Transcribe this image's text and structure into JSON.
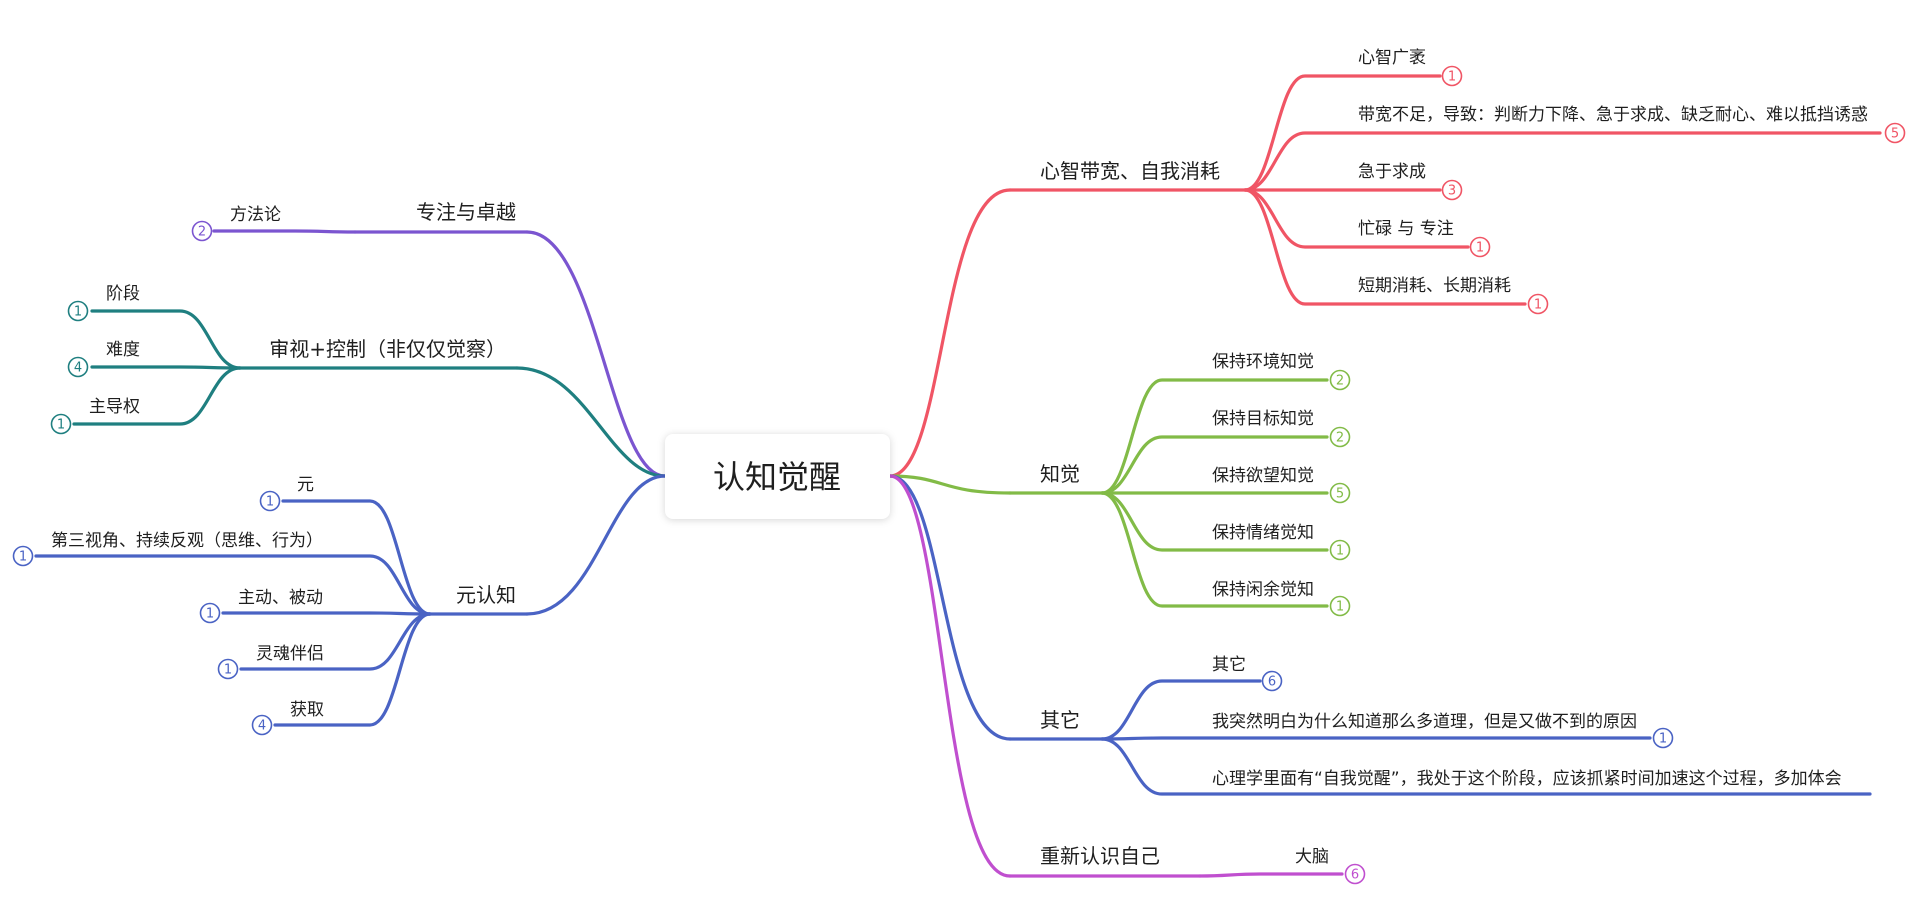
{
  "root": {
    "label": "认知觉醒"
  },
  "branches": [
    {
      "id": "b1",
      "label": "心智带宽、自我消耗",
      "color": "#f05565",
      "children": [
        {
          "label": "心智广袤",
          "count": "1"
        },
        {
          "label": "带宽不足，导致：判断力下降、急于求成、缺乏耐心、难以抵挡诱惑",
          "count": "5"
        },
        {
          "label": "急于求成",
          "count": "3"
        },
        {
          "label": "忙碌 与 专注",
          "count": "1"
        },
        {
          "label": "短期消耗、长期消耗",
          "count": "1"
        }
      ]
    },
    {
      "id": "b2",
      "label": "知觉",
      "color": "#82bb47",
      "children": [
        {
          "label": "保持环境知觉",
          "count": "2"
        },
        {
          "label": "保持目标知觉",
          "count": "2"
        },
        {
          "label": "保持欲望知觉",
          "count": "5"
        },
        {
          "label": "保持情绪觉知",
          "count": "1"
        },
        {
          "label": "保持闲余觉知",
          "count": "1"
        }
      ]
    },
    {
      "id": "b3",
      "label": "其它",
      "color": "#4a63c4",
      "children": [
        {
          "label": "其它",
          "count": "6"
        },
        {
          "label": "我突然明白为什么知道那么多道理，但是又做不到的原因",
          "count": "1"
        },
        {
          "label": "心理学里面有“自我觉醒”，我处于这个阶段，应该抓紧时间加速这个过程，多加体会",
          "count": ""
        }
      ]
    },
    {
      "id": "b4",
      "label": "重新认识自己",
      "color": "#c04fcf",
      "children": [
        {
          "label": "大脑",
          "count": "6"
        }
      ]
    },
    {
      "id": "b5",
      "label": "专注与卓越",
      "color": "#7b55d0",
      "children": [
        {
          "label": "方法论",
          "count": "2"
        }
      ]
    },
    {
      "id": "b6",
      "label": "审视+控制（非仅仅觉察）",
      "color": "#1f7f80",
      "children": [
        {
          "label": "阶段",
          "count": "1"
        },
        {
          "label": "难度",
          "count": "4"
        },
        {
          "label": "主导权",
          "count": "1"
        }
      ]
    },
    {
      "id": "b7",
      "label": "元认知",
      "color": "#4a63c4",
      "children": [
        {
          "label": "元",
          "count": "1"
        },
        {
          "label": "第三视角、持续反观（思维、行为）",
          "count": "1"
        },
        {
          "label": "主动、被动",
          "count": "1"
        },
        {
          "label": "灵魂伴侣",
          "count": "1"
        },
        {
          "label": "获取",
          "count": "4"
        }
      ]
    }
  ]
}
